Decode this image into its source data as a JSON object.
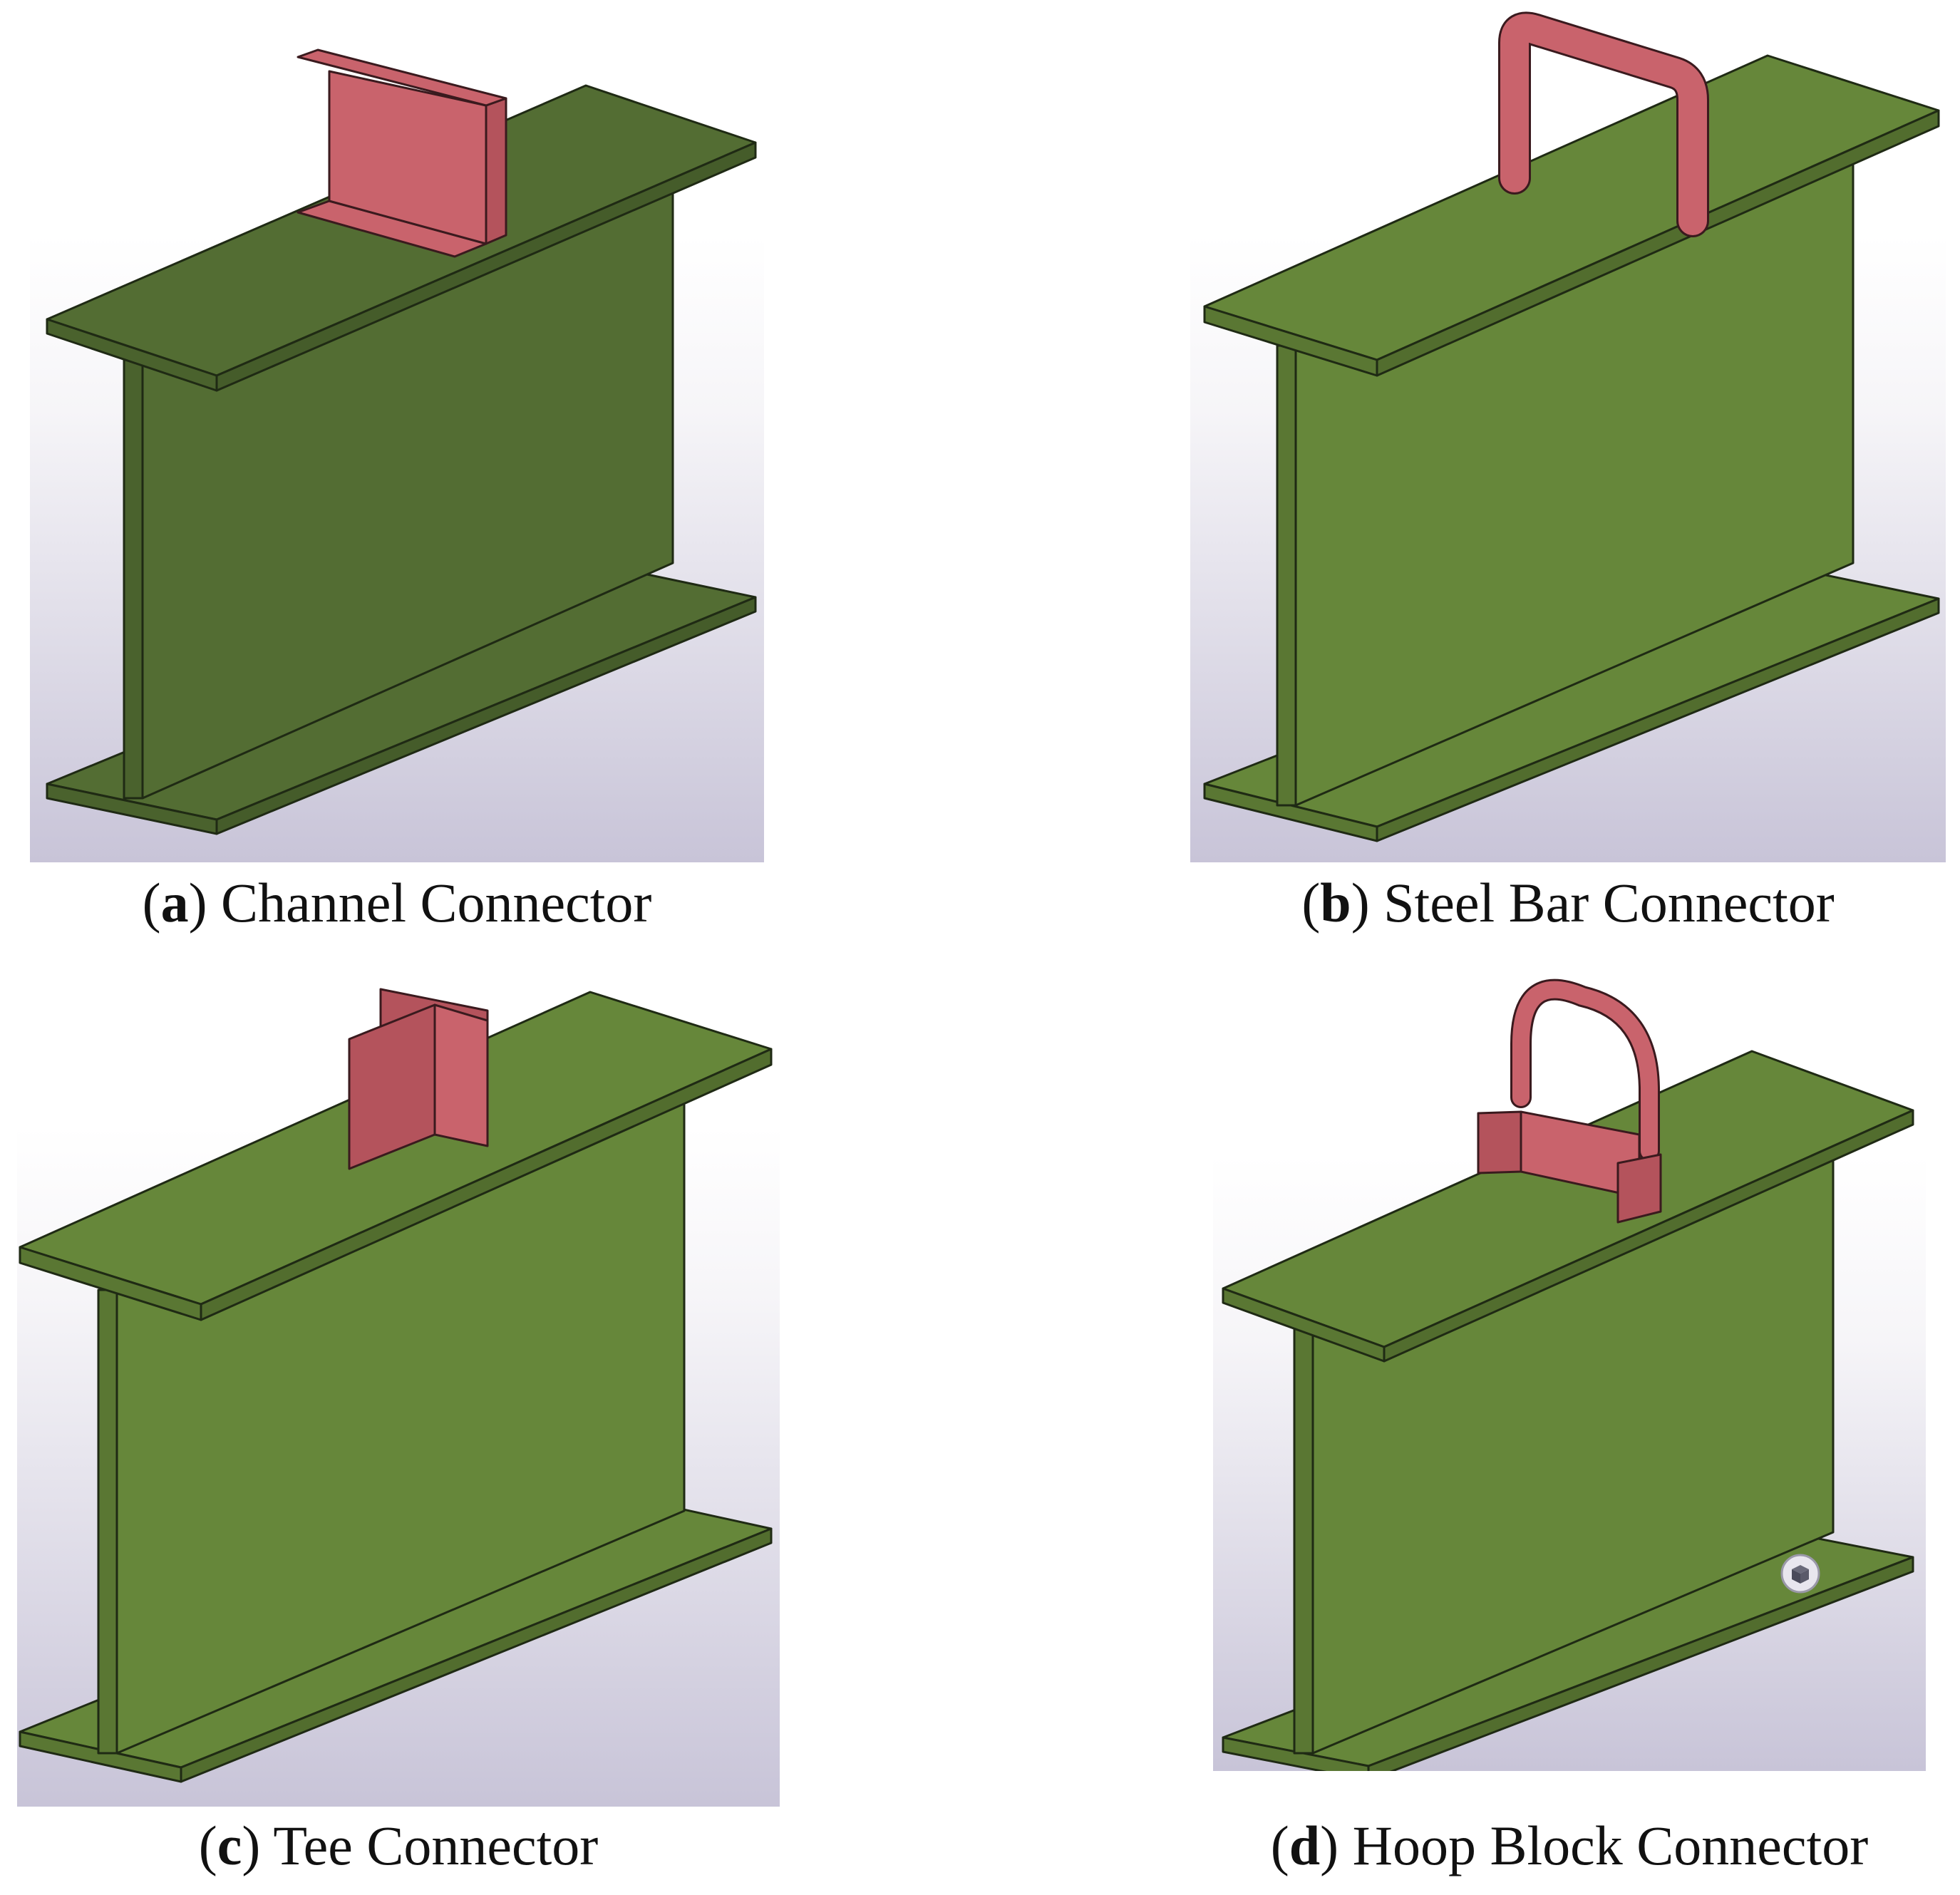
{
  "figure": {
    "panels": [
      {
        "id": "a",
        "letter": "a",
        "label": "Channel Connector",
        "connector": "channel"
      },
      {
        "id": "b",
        "letter": "b",
        "label": "Steel Bar Connector",
        "connector": "steel-bar"
      },
      {
        "id": "c",
        "letter": "c",
        "label": "Tee Connector",
        "connector": "tee"
      },
      {
        "id": "d",
        "letter": "d",
        "label": "Hoop Block Connector",
        "connector": "hoop-block"
      }
    ],
    "colors": {
      "beam_dark": "#536d33",
      "beam": "#66873a",
      "beam_edge": "#1f2a14",
      "connector": "#c9636c",
      "connector_shade": "#b4535c",
      "background_top": "#ffffff",
      "background_bottom": "#c8c4d8"
    }
  }
}
